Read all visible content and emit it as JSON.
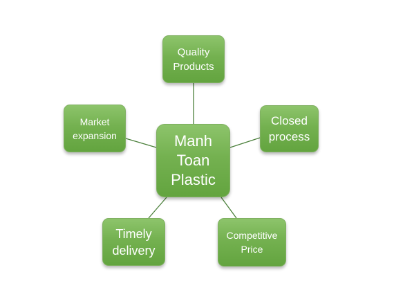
{
  "diagram": {
    "center": {
      "label": "Manh\nToan\nPlastic"
    },
    "nodes": {
      "quality": {
        "label": "Quality\nProducts"
      },
      "closed": {
        "label": "Closed\nprocess"
      },
      "market": {
        "label": "Market\nexpansion"
      },
      "timely": {
        "label": "Timely\ndelivery"
      },
      "competitive": {
        "label": "Competitive\nPrice"
      }
    },
    "colors": {
      "node_fill": "#74b150",
      "node_text": "#ffffff",
      "connector": "#4a7f3a"
    }
  }
}
